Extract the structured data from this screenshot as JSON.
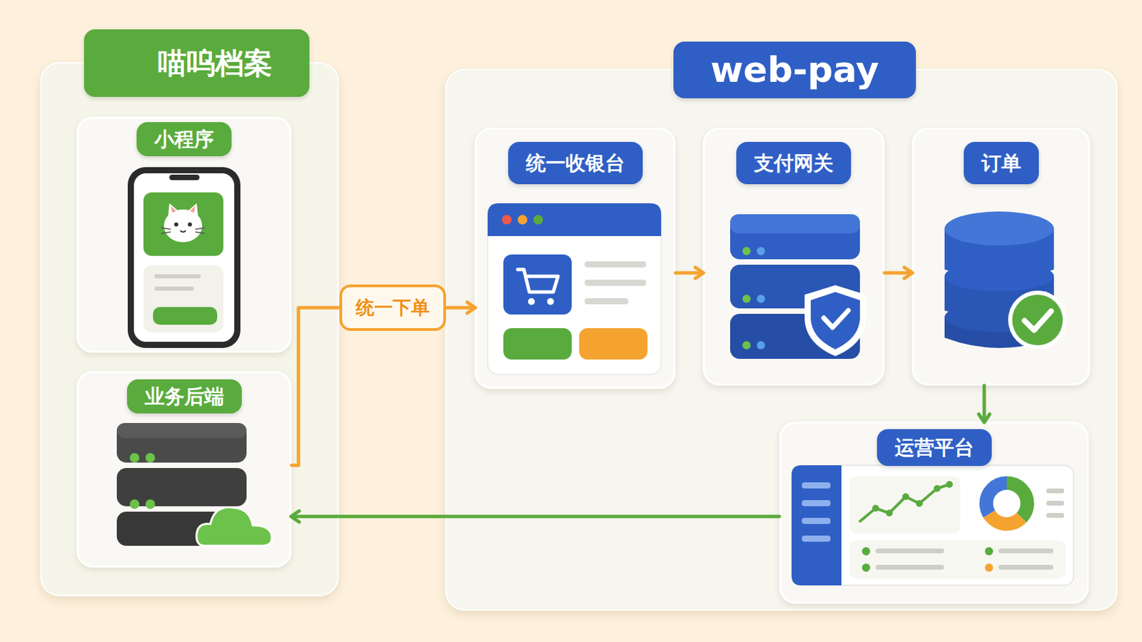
{
  "diagram": {
    "nodes": [
      {
        "text": [
          "喵呜档案"
        ]
      },
      {
        "text": [
          "小程序"
        ],
        "in": 0
      },
      {
        "text": [
          "业务后端"
        ],
        "in": 0
      },
      {
        "text": [
          "web-pay"
        ]
      },
      {
        "text": [
          "统一收银台"
        ],
        "in": 3
      },
      {
        "text": [
          "支付网关"
        ],
        "in": 3
      },
      {
        "text": [
          "订单"
        ],
        "in": 3
      },
      {
        "text": [
          "运营平台"
        ],
        "in": 3
      }
    ],
    "edges": [
      {
        "from": 2,
        "to": 4,
        "label": "统一下单",
        "arrow": "to"
      },
      {
        "from": 4,
        "to": 5,
        "arrow": "to"
      },
      {
        "from": 5,
        "to": 6,
        "arrow": "to"
      },
      {
        "from": 6,
        "to": 7,
        "arrow": "to"
      },
      {
        "from": 7,
        "to": 2,
        "arrow": "to"
      }
    ]
  }
}
